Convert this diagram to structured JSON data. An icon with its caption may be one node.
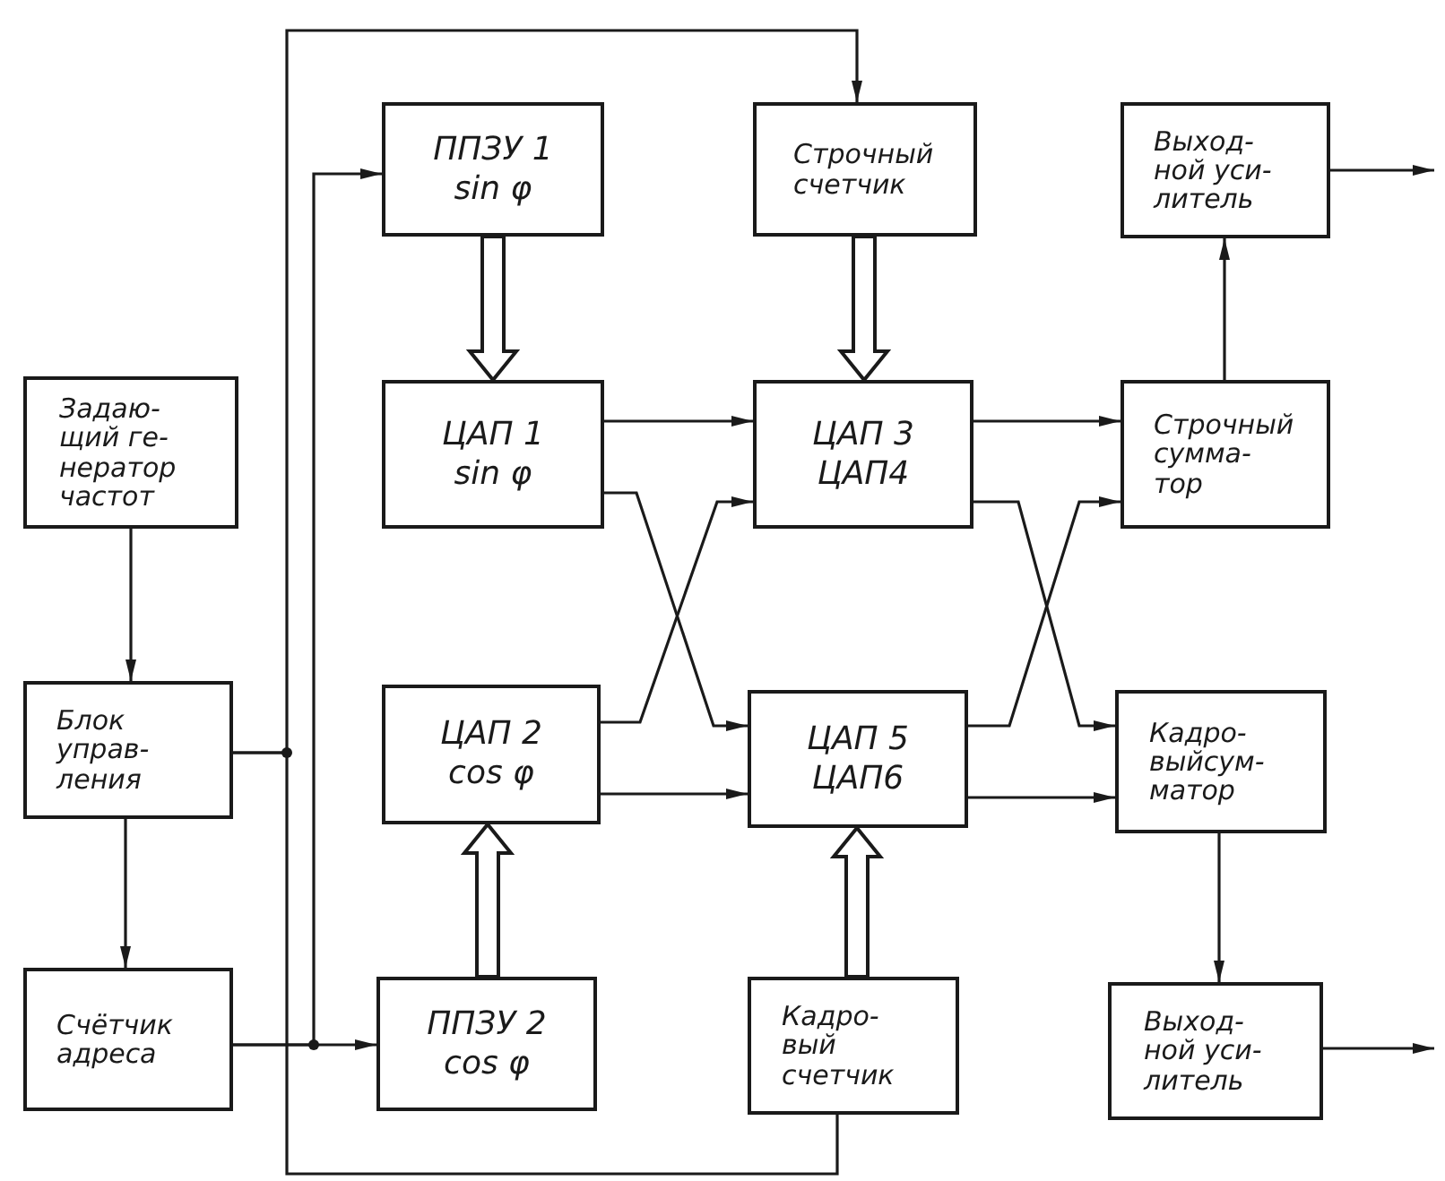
{
  "diagram": {
    "nodes": [
      {
        "text": [
          "Задаю- щий ге- нератор частот"
        ]
      },
      {
        "text": [
          "Блок управ- ления"
        ]
      },
      {
        "text": [
          "Счётчик адреса"
        ]
      },
      {
        "text": [
          "ППЗУ 1",
          "sin φ"
        ]
      },
      {
        "text": [
          "ЦАП 1",
          "sin φ"
        ]
      },
      {
        "text": [
          "ЦАП 2",
          "cos φ"
        ]
      },
      {
        "text": [
          "ППЗУ 2",
          "cos φ"
        ]
      },
      {
        "text": [
          "Строчный счетчик"
        ]
      },
      {
        "text": [
          "ЦАП 3",
          "ЦАП4"
        ]
      },
      {
        "text": [
          "ЦАП 5",
          "ЦАП6"
        ]
      },
      {
        "text": [
          "Кадро- вый счетчик"
        ]
      },
      {
        "text": [
          "Выход- ной уси- литель"
        ]
      },
      {
        "text": [
          "Строчный сумма- тор"
        ]
      },
      {
        "text": [
          "Кадро- выйсум- матор"
        ]
      },
      {
        "text": [
          "Выход- ной уси- литель"
        ]
      }
    ],
    "edges": [
      {
        "from": 0,
        "to": 1,
        "arrow": "to"
      },
      {
        "from": 1,
        "to": 2,
        "arrow": "to"
      },
      {
        "from": 1,
        "to": 7,
        "arrow": "to"
      },
      {
        "from": 1,
        "to": 10,
        "arrow": "none"
      },
      {
        "from": 2,
        "to": 6,
        "arrow": "to"
      },
      {
        "from": 2,
        "to": 3,
        "arrow": "to"
      },
      {
        "from": 3,
        "to": 4,
        "arrow": "to",
        "style": "thick"
      },
      {
        "from": 6,
        "to": 5,
        "arrow": "to",
        "style": "thick"
      },
      {
        "from": 7,
        "to": 8,
        "arrow": "to",
        "style": "thick"
      },
      {
        "from": 10,
        "to": 9,
        "arrow": "to",
        "style": "thick"
      },
      {
        "from": 4,
        "to": 8,
        "arrow": "to"
      },
      {
        "from": 4,
        "to": 9,
        "arrow": "to"
      },
      {
        "from": 5,
        "to": 8,
        "arrow": "to"
      },
      {
        "from": 5,
        "to": 9,
        "arrow": "to"
      },
      {
        "from": 8,
        "to": 12,
        "arrow": "to"
      },
      {
        "from": 8,
        "to": 13,
        "arrow": "to"
      },
      {
        "from": 9,
        "to": 12,
        "arrow": "to"
      },
      {
        "from": 9,
        "to": 13,
        "arrow": "to"
      },
      {
        "from": 12,
        "to": 11,
        "arrow": "to"
      },
      {
        "from": 13,
        "to": 14,
        "arrow": "to"
      },
      {
        "from": 11,
        "to": null,
        "arrow": "to"
      },
      {
        "from": 14,
        "to": null,
        "arrow": "to"
      }
    ]
  }
}
